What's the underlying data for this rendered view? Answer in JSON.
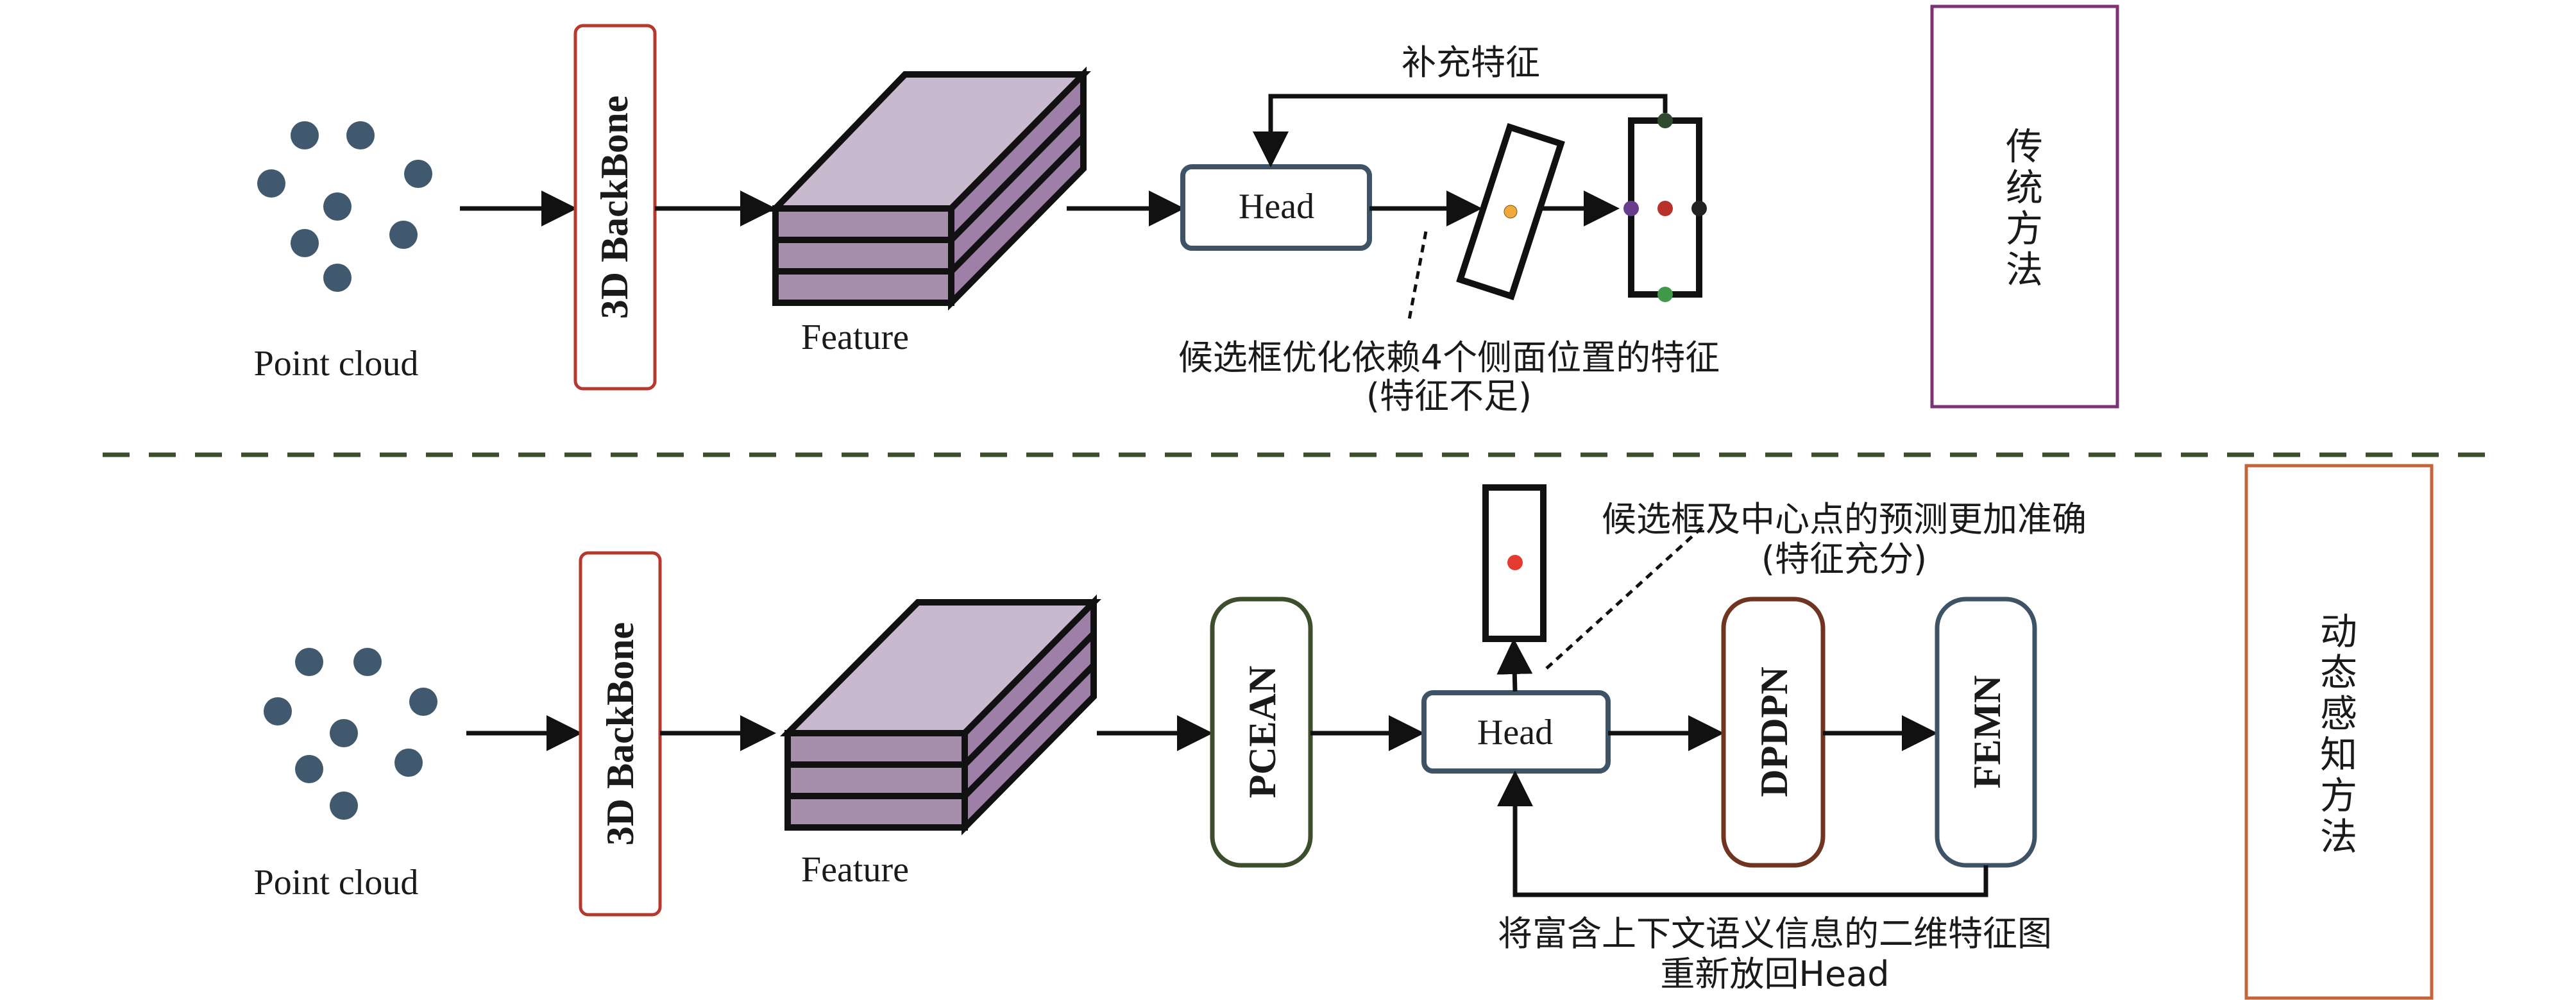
{
  "diagram": {
    "top_section": {
      "input_label": "Point cloud",
      "backbone_label": "3D BackBone",
      "feature_label": "Feature",
      "head_label": "Head",
      "feedback_label": "补充特征",
      "caption_line1": "候选框优化依赖4个侧面位置的特征",
      "caption_line2": "(特征不足)",
      "method_label": "传统方法"
    },
    "bottom_section": {
      "input_label": "Point cloud",
      "backbone_label": "3D BackBone",
      "feature_label": "Feature",
      "module1_label": "PCEAN",
      "head_label": "Head",
      "module2_label": "DPDPN",
      "module3_label": "FEMN",
      "prediction_caption_line1": "候选框及中心点的预测更加准确",
      "prediction_caption_line2": "(特征充分)",
      "feedback_caption_line1": "将富含上下文语义信息的二维特征图",
      "feedback_caption_line2": "重新放回Head",
      "method_label": "动态感知方法"
    },
    "colors": {
      "point": "#41596e",
      "backbone_border": "#b5392d",
      "head_border": "#3f5366",
      "traditional_border": "#7c3274",
      "dynamic_border": "#c4643a",
      "separator": "#3d4e2d",
      "pcean_border": "#3d4e2d",
      "dpdpn_border": "#6f3520",
      "femn_border": "#3f5366",
      "dot_orange": "#f0a93a",
      "dot_red": "#b8312a",
      "dot_purple": "#6a3c8c",
      "dot_green_top": "#2f4a2e",
      "dot_green_bottom": "#3e9a4a",
      "dot_black": "#222222",
      "dot_bright_red": "#e53a2f"
    }
  }
}
